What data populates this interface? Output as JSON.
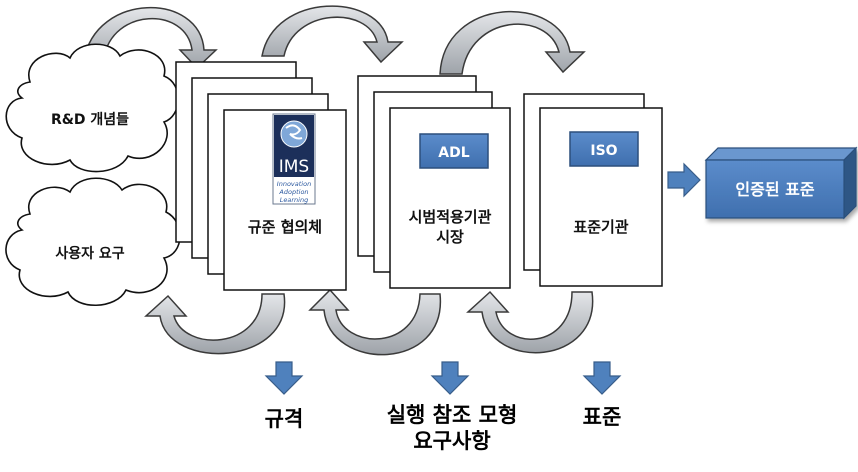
{
  "inputs": {
    "rd_concepts": "R&D 개념들",
    "user_needs": "사용자 요구"
  },
  "stages": {
    "consortium": {
      "label": "규준 협의체",
      "logo": {
        "main": "IMS",
        "line1": "Innovation",
        "line2": "Adoption",
        "line3": "Learning"
      }
    },
    "market": {
      "badge": "ADL",
      "label_line1": "시범적용기관",
      "label_line2": "시장"
    },
    "standards_body": {
      "badge": "ISO",
      "label": "표준기관"
    }
  },
  "result": {
    "label": "인증된 표준"
  },
  "outputs": {
    "spec": "규격",
    "reference_model_line1": "실행 참조 모형",
    "reference_model_line2": "요구사항",
    "standard": "표준"
  },
  "colors": {
    "blue": "#4f81bd",
    "blue_dark": "#385d8a",
    "curve_fill": "#b9bdc2",
    "curve_stroke": "#3a3a3a"
  }
}
